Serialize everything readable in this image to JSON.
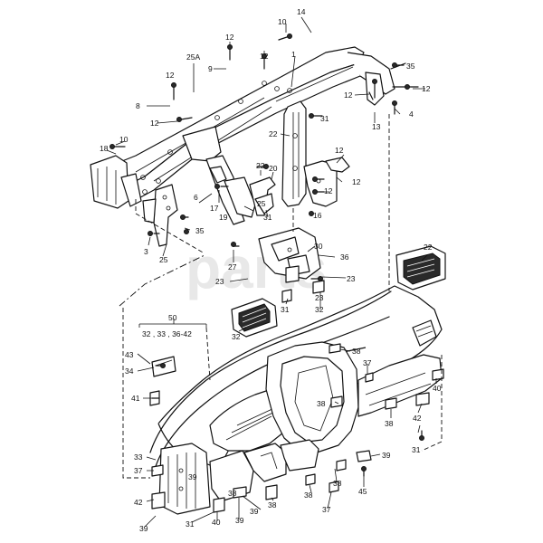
{
  "watermark": "parts",
  "group_label": "50",
  "group_items": "32 , 33 , 36-42",
  "callouts": [
    {
      "id": "c14",
      "text": "14"
    },
    {
      "id": "c10a",
      "text": "10"
    },
    {
      "id": "c12a",
      "text": "12"
    },
    {
      "id": "c25A",
      "text": "25A"
    },
    {
      "id": "c9",
      "text": "9"
    },
    {
      "id": "c12b",
      "text": "12"
    },
    {
      "id": "c1",
      "text": "1"
    },
    {
      "id": "c35a",
      "text": "35"
    },
    {
      "id": "c12c",
      "text": "12"
    },
    {
      "id": "c8",
      "text": "8"
    },
    {
      "id": "c12d",
      "text": "12"
    },
    {
      "id": "c12e",
      "text": "12"
    },
    {
      "id": "c12f",
      "text": "12"
    },
    {
      "id": "c31a",
      "text": "31"
    },
    {
      "id": "c4",
      "text": "4"
    },
    {
      "id": "c13",
      "text": "13"
    },
    {
      "id": "c10b",
      "text": "10"
    },
    {
      "id": "c18",
      "text": "18"
    },
    {
      "id": "c22a",
      "text": "22"
    },
    {
      "id": "c12g",
      "text": "12"
    },
    {
      "id": "c22b",
      "text": "22"
    },
    {
      "id": "c20",
      "text": "20"
    },
    {
      "id": "c12h",
      "text": "12"
    },
    {
      "id": "c12i",
      "text": "12"
    },
    {
      "id": "c6",
      "text": "6"
    },
    {
      "id": "c17",
      "text": "17"
    },
    {
      "id": "c25a",
      "text": "25"
    },
    {
      "id": "c16",
      "text": "16"
    },
    {
      "id": "c19",
      "text": "19"
    },
    {
      "id": "c31b",
      "text": "31"
    },
    {
      "id": "c35b",
      "text": "35"
    },
    {
      "id": "c3",
      "text": "3"
    },
    {
      "id": "c25b",
      "text": "25"
    },
    {
      "id": "c27",
      "text": "27"
    },
    {
      "id": "c30",
      "text": "30"
    },
    {
      "id": "c36",
      "text": "36"
    },
    {
      "id": "c22c",
      "text": "22"
    },
    {
      "id": "c23a",
      "text": "23"
    },
    {
      "id": "c31c",
      "text": "31"
    },
    {
      "id": "c23b",
      "text": "23"
    },
    {
      "id": "c23c",
      "text": "23"
    },
    {
      "id": "c32",
      "text": "32"
    },
    {
      "id": "c43",
      "text": "43"
    },
    {
      "id": "c34",
      "text": "34"
    },
    {
      "id": "c38a",
      "text": "38"
    },
    {
      "id": "c37a",
      "text": "37"
    },
    {
      "id": "c41",
      "text": "41"
    },
    {
      "id": "c38b",
      "text": "38"
    },
    {
      "id": "c40a",
      "text": "40"
    },
    {
      "id": "c38c",
      "text": "38"
    },
    {
      "id": "c42a",
      "text": "42"
    },
    {
      "id": "c31d",
      "text": "31"
    },
    {
      "id": "c33",
      "text": "33"
    },
    {
      "id": "c39a",
      "text": "39"
    },
    {
      "id": "c37b",
      "text": "37"
    },
    {
      "id": "c38d",
      "text": "38"
    },
    {
      "id": "c38e",
      "text": "38"
    },
    {
      "id": "c38f",
      "text": "38"
    },
    {
      "id": "c45",
      "text": "45"
    },
    {
      "id": "c39b",
      "text": "39"
    },
    {
      "id": "c42b",
      "text": "42"
    },
    {
      "id": "c39c",
      "text": "39"
    },
    {
      "id": "c38g",
      "text": "38"
    },
    {
      "id": "c37c",
      "text": "37"
    },
    {
      "id": "c31e",
      "text": "31"
    },
    {
      "id": "c40b",
      "text": "40"
    },
    {
      "id": "c39d",
      "text": "39"
    },
    {
      "id": "c39e",
      "text": "39"
    }
  ]
}
